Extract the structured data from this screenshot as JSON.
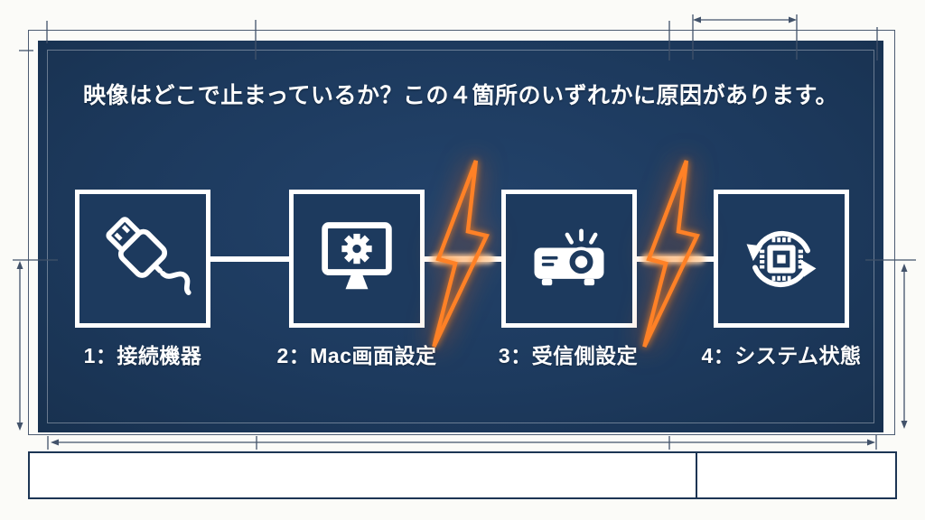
{
  "title": {
    "text": "映像はどこで止まっているか？この４箇所のいずれかに原因があります。"
  },
  "steps": [
    {
      "label": "1：接続機器",
      "icon": "usb-plug-icon"
    },
    {
      "label": "2：Mac画面設定",
      "icon": "monitor-gear-icon"
    },
    {
      "label": "3：受信側設定",
      "icon": "projector-icon"
    },
    {
      "label": "4：システム状態",
      "icon": "cpu-refresh-icon"
    }
  ],
  "flow": {
    "bolt_count": 2,
    "bolt_between": [
      "steps 2-3",
      "steps 3-4"
    ]
  },
  "bottom_box": {
    "left_cell_text": "",
    "right_cell_text": ""
  },
  "colors": {
    "panel_navy": "#1d3a5e",
    "accent_orange": "#ff8126",
    "flow_line_white": "#ffffff",
    "annotation_line": "#42526a",
    "page_background": "#fbfbf8"
  }
}
